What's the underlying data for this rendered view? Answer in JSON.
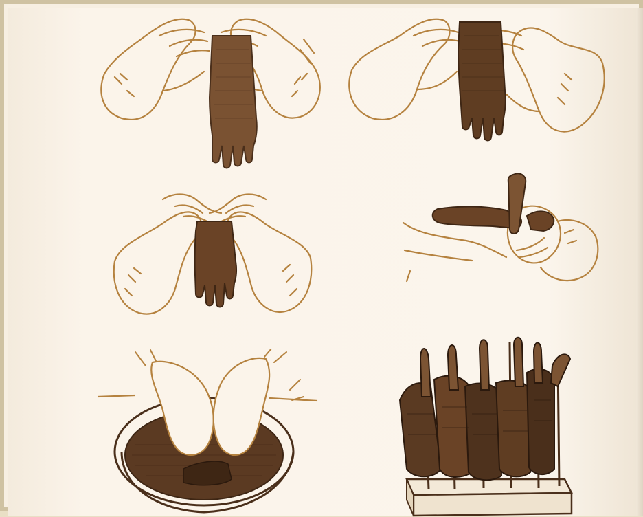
{
  "image": {
    "panels": [
      {
        "id": "panel-1",
        "icon": "glove-pull-on-icon"
      },
      {
        "id": "panel-2",
        "icon": "glove-stretch-icon"
      },
      {
        "id": "panel-3",
        "icon": "glove-hold-cuff-icon"
      },
      {
        "id": "panel-4",
        "icon": "glove-tube-icon"
      },
      {
        "id": "panel-5",
        "icon": "glove-wash-basin-icon"
      },
      {
        "id": "panel-6",
        "icon": "glove-drying-rack-icon"
      }
    ],
    "colors": {
      "paper": "#fbf4ea",
      "ink": "#b5823f",
      "glove": "#6f4a2b",
      "glove_dark": "#4a2f1b",
      "frame": "#cfc2a2"
    }
  }
}
